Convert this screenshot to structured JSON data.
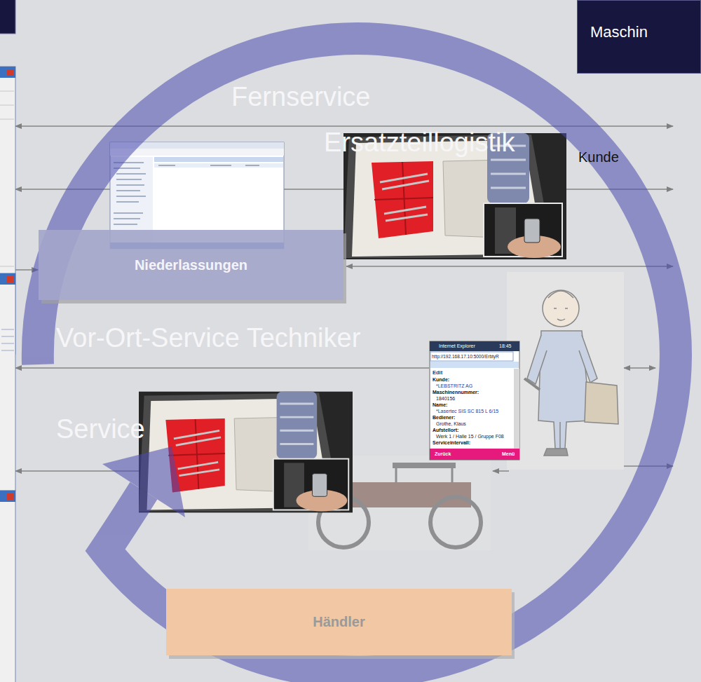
{
  "diagram": {
    "nodes": [
      {
        "text": [
          "Maschin"
        ]
      },
      {
        "text": [
          "Niederlassungen"
        ]
      },
      {
        "text": [
          "Händler"
        ]
      }
    ],
    "labels": [
      "Fernservice",
      "Ersatzteillogistik",
      "Vor-Ort-Service Techniker",
      "Service",
      "Kunde",
      "Internet Explorer",
      "18:45",
      "http://192.168.17.10:5000/ErbtyR",
      "Edit",
      "Kunde:",
      "*LEBSTRITZ AG",
      "Maschinennummer:",
      "1840156",
      "Name:",
      "*Lasertec SIS SC 815 L 6/15",
      "Bediener:",
      "Grothe, Klaus",
      "Aufstellort:",
      "Werk 1 / Halle 15 / Gruppe F08",
      "Serviceintervall:",
      "Zurück",
      "Menü"
    ]
  }
}
